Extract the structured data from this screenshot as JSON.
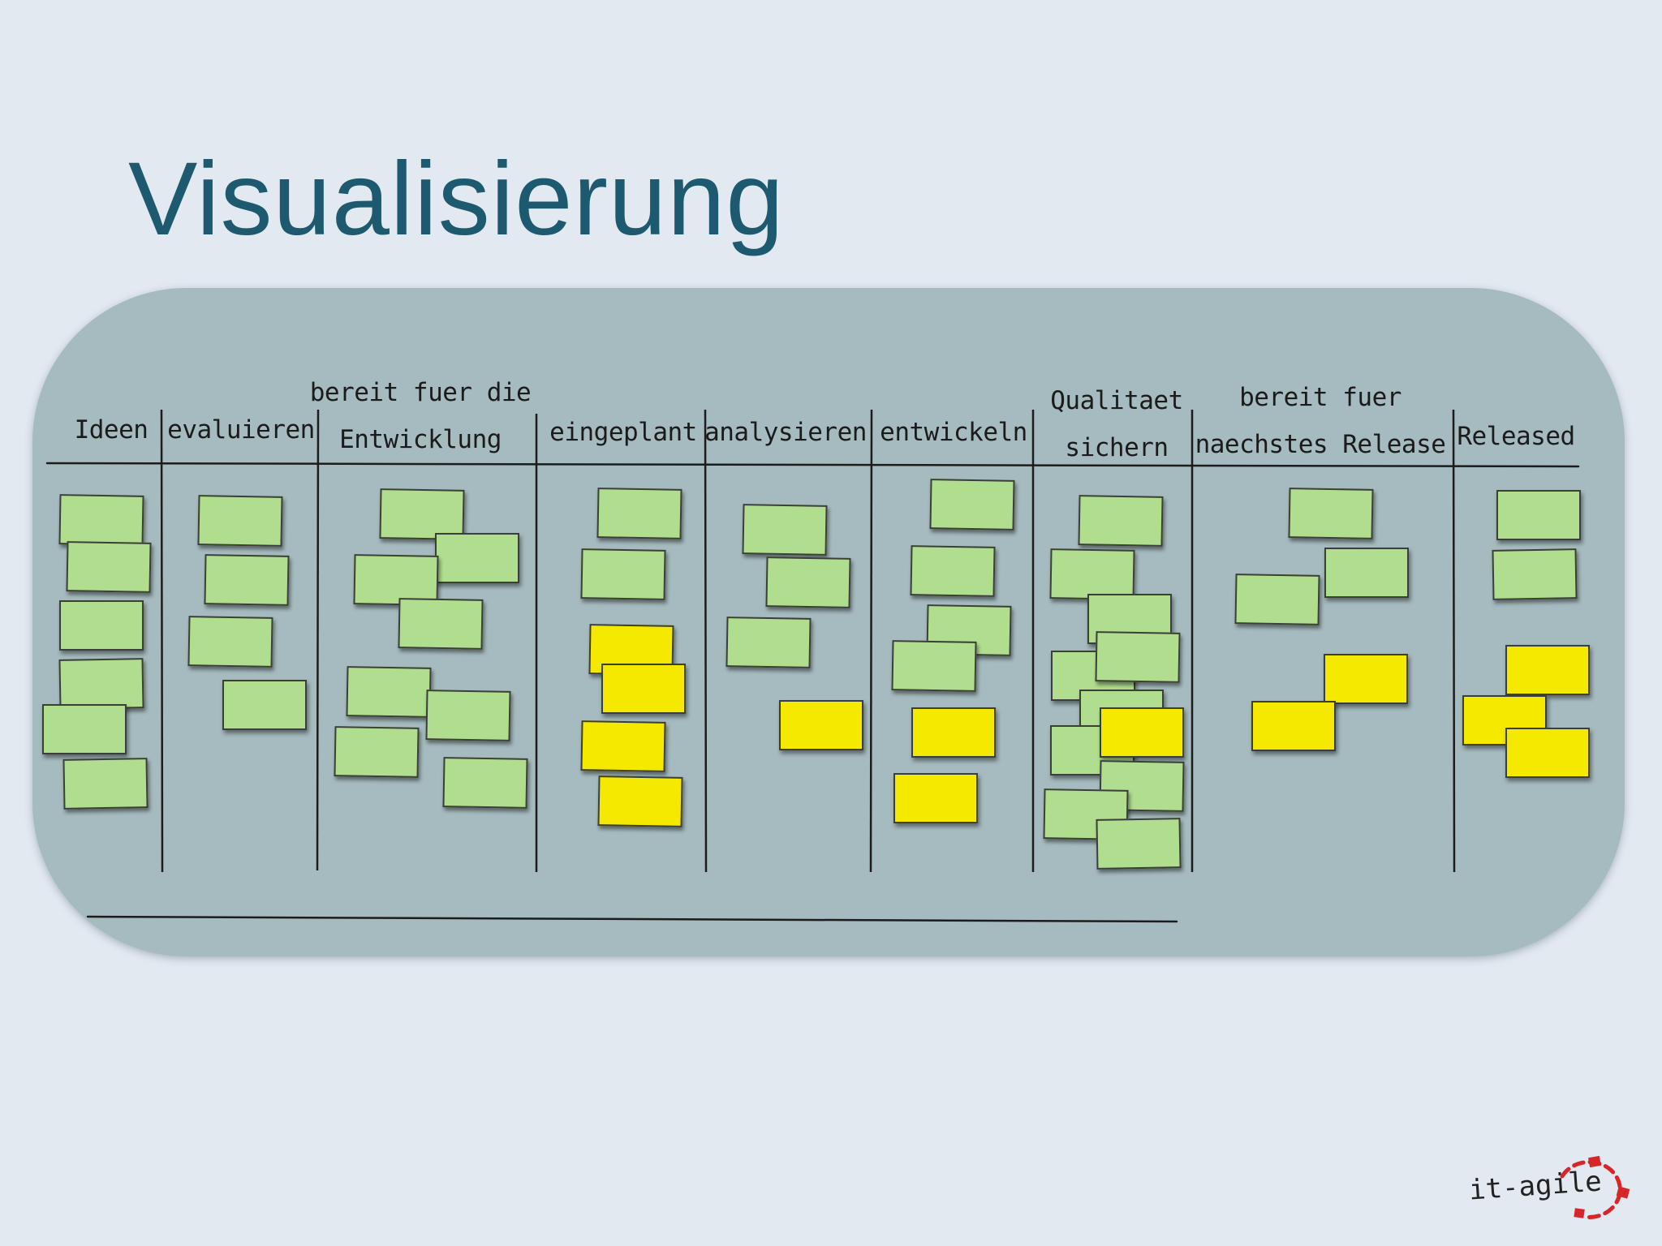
{
  "slide": {
    "title": "Visualisierung"
  },
  "board": {
    "columns": [
      {
        "lines": [
          "Ideen"
        ]
      },
      {
        "lines": [
          "evaluieren"
        ]
      },
      {
        "lines": [
          "bereit fuer die",
          "Entwicklung"
        ]
      },
      {
        "lines": [
          "eingeplant"
        ]
      },
      {
        "lines": [
          "analysieren"
        ]
      },
      {
        "lines": [
          "entwickeln"
        ]
      },
      {
        "lines": [
          "Qualitaet",
          "sichern"
        ]
      },
      {
        "lines": [
          "bereit fuer",
          "naechstes Release"
        ]
      },
      {
        "lines": [
          "Released"
        ]
      }
    ],
    "colors": {
      "board": "#a6bbbf",
      "green_card": "#b1de8e",
      "yellow_card": "#f6e900",
      "title": "#1d5a6f"
    }
  },
  "logo": {
    "text": "it-agile",
    "accent_color": "#d7262a"
  }
}
